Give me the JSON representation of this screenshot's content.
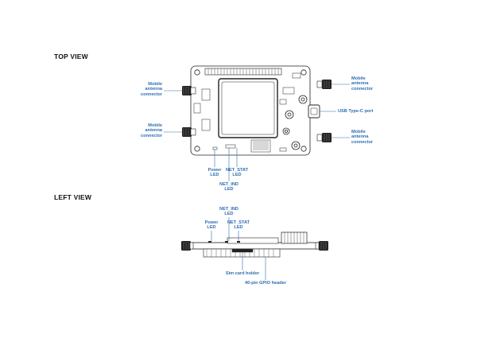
{
  "top_view": {
    "title": "TOP VIEW",
    "callouts": {
      "antenna_tl": "Mobile\nantenna\nconnector",
      "antenna_bl": "Mobile\nantenna\nconnector",
      "antenna_tr": "Mobile\nantenna\nconnector",
      "antenna_br": "Mobile\nantenna\nconnector",
      "usb": "USB Type-C port",
      "power_led": "Power\nLED",
      "net_ind_led": "NET_IND\nLED",
      "net_stat_led": "NET_STAT\nLED"
    }
  },
  "left_view": {
    "title": "LEFT VIEW",
    "callouts": {
      "net_ind_led": "NET_IND\nLED",
      "power_led": "Power\nLED",
      "net_stat_led": "NET_STAT\nLED",
      "sim_holder": "Sim card holder",
      "gpio_header": "40-pin GPIO header"
    }
  },
  "colors": {
    "callout": "#2f6db3",
    "board": "#222222",
    "leader": "#2f6db3"
  }
}
